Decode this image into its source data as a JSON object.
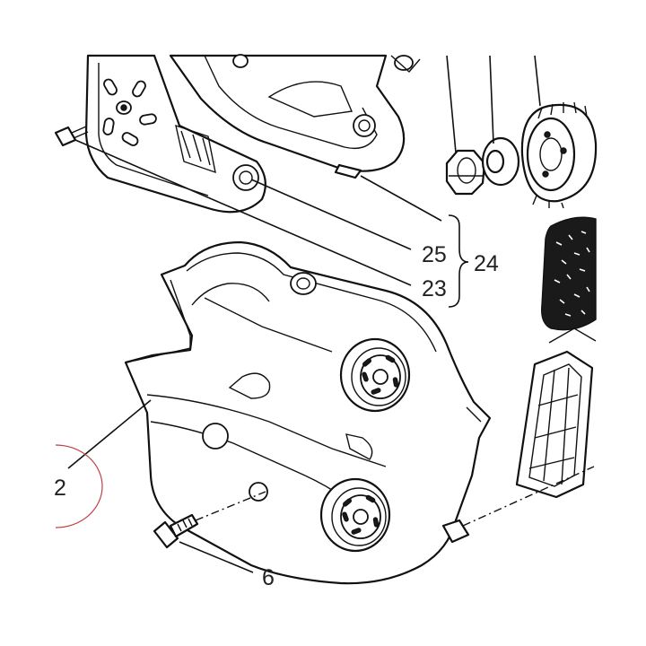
{
  "callouts": {
    "c2": "2",
    "c6": "6",
    "c23": "23",
    "c24": "24",
    "c25": "25"
  },
  "colors": {
    "line": "#111111",
    "highlight": "#c0404a",
    "background": "#ffffff"
  }
}
